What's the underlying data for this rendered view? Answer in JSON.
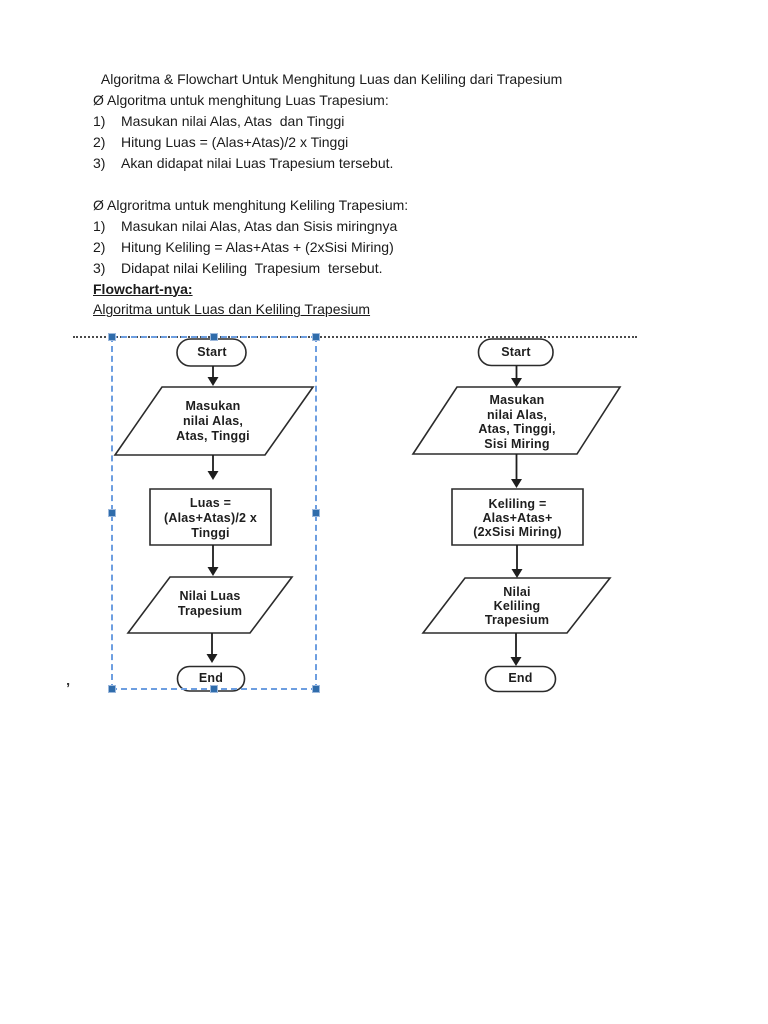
{
  "doc": {
    "title": " Algoritma & Flowchart Untuk Menghitung Luas dan Keliling dari Trapesium",
    "section1": {
      "heading": "Ø Algoritma untuk menghitung Luas Trapesium:",
      "items": [
        {
          "num": "1)",
          "text": "Masukan nilai Alas, Atas  dan Tinggi"
        },
        {
          "num": "2)",
          "text": "Hitung Luas = (Alas+Atas)/2 x Tinggi"
        },
        {
          "num": "3)",
          "text": "Akan didapat nilai Luas Trapesium tersebut."
        }
      ]
    },
    "section2": {
      "heading": "Ø Algroritma untuk menghitung Keliling Trapesium:",
      "items": [
        {
          "num": "1)",
          "text": "Masukan nilai Alas, Atas dan Sisis miringnya"
        },
        {
          "num": "2)",
          "text": "Hitung Keliling = Alas+Atas + (2xSisi Miring)"
        },
        {
          "num": "3)",
          "text": "Didapat nilai Keliling  Trapesium  tersebut."
        }
      ]
    },
    "flowchart_label_bold": "Flowchart-nya:",
    "flowchart_label_caption": "Algoritma untuk Luas dan Keliling Trapesium",
    "footnote_mark": "’"
  },
  "flowchart_left": {
    "start": "Start",
    "input": "Masukan\nnilai Alas,\nAtas, Tinggi",
    "process": "Luas =\n(Alas+Atas)/2 x\nTinggi",
    "output": "Nilai Luas\nTrapesium",
    "end": "End"
  },
  "flowchart_right": {
    "start": "Start",
    "input": "Masukan\nnilai Alas,\nAtas, Tinggi,\nSisi Miring",
    "process": "Keliling =\nAlas+Atas+\n(2xSisi Miring)",
    "output": "Nilai\nKeliling\nTrapesium",
    "end": "End"
  },
  "colors": {
    "selection_handle": "#2f6cab",
    "selection_dash": "#6d9ee0",
    "shape_stroke": "#2b2b2b",
    "text": "#1b1b1b"
  }
}
